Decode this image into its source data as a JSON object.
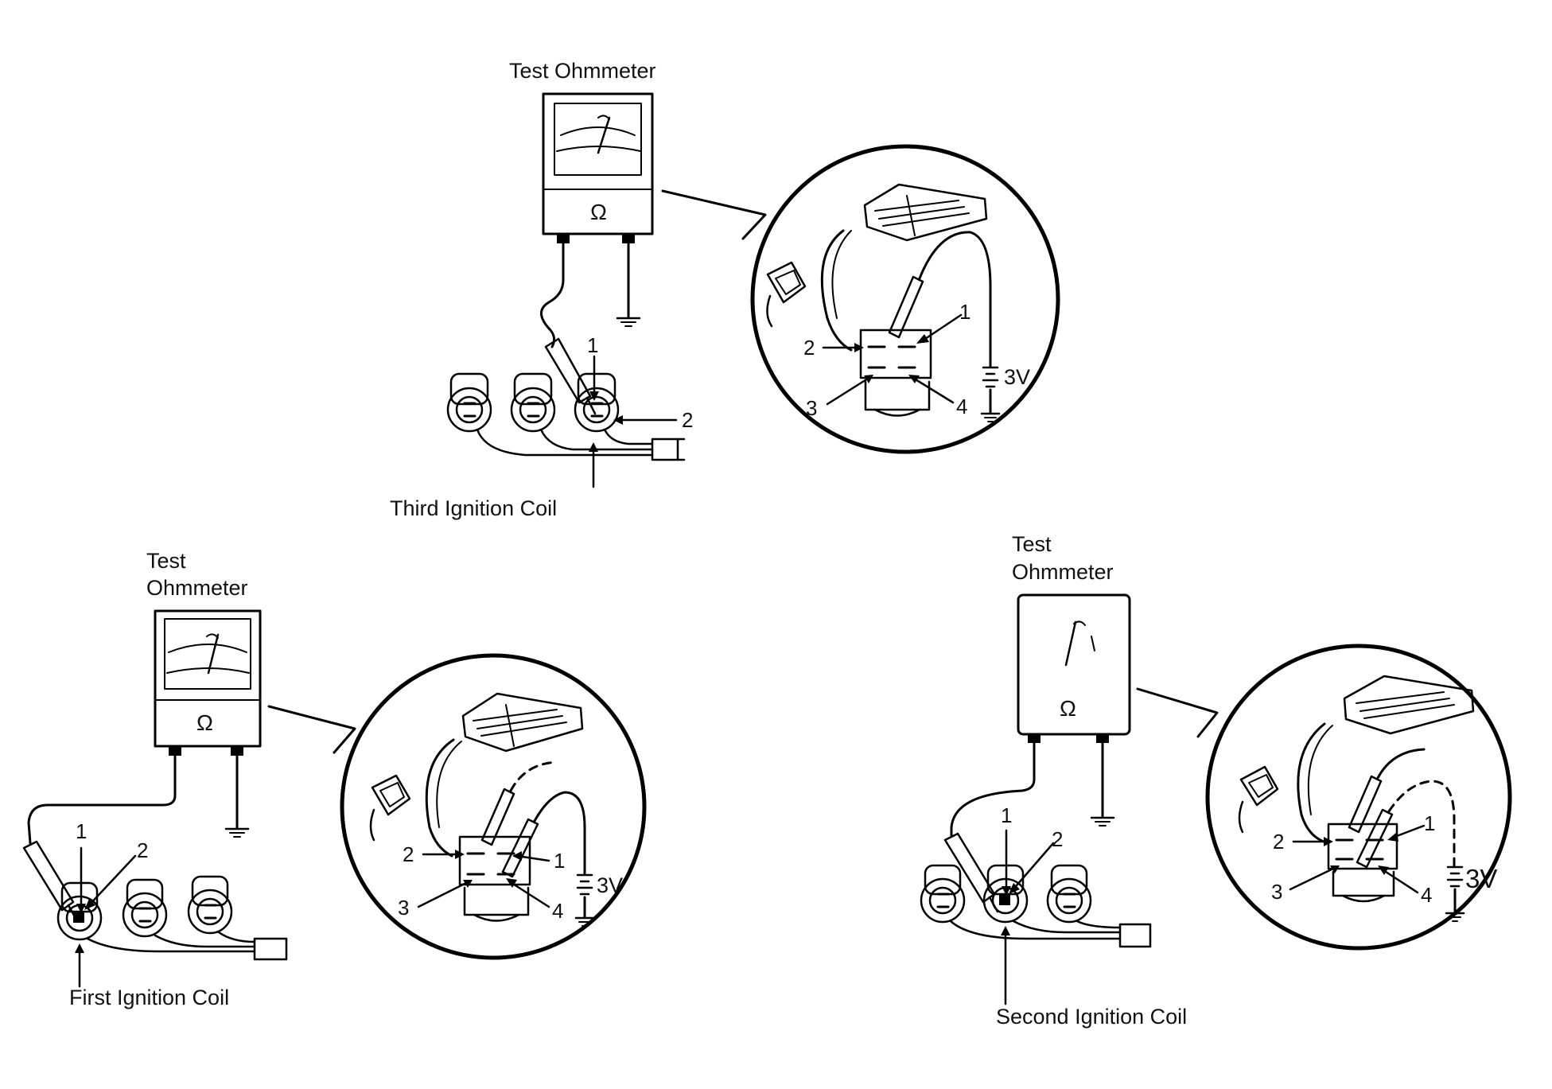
{
  "diagram": {
    "panels": [
      {
        "id": "third",
        "meter_label_lines": [
          "Test Ohmmeter"
        ],
        "meter_symbol": "Ω",
        "coil_label": "Third Ignition Coil",
        "probe_pins": [
          "1",
          "2"
        ],
        "detail": {
          "pins": [
            "1",
            "2",
            "3",
            "4"
          ],
          "voltage": "3V"
        }
      },
      {
        "id": "first",
        "meter_label_lines": [
          "Test",
          "Ohmmeter"
        ],
        "meter_symbol": "Ω",
        "coil_label": "First Ignition Coil",
        "probe_pins": [
          "1",
          "2"
        ],
        "detail": {
          "pins": [
            "2",
            "1",
            "3",
            "4"
          ],
          "voltage": "3V"
        }
      },
      {
        "id": "second",
        "meter_label_lines": [
          "Test",
          "Ohmmeter"
        ],
        "meter_symbol": "Ω",
        "coil_label": "Second Ignition Coil",
        "probe_pins": [
          "1",
          "2"
        ],
        "detail": {
          "pins": [
            "1",
            "2",
            "3",
            "4"
          ],
          "voltage": "3V"
        }
      }
    ]
  },
  "colors": {
    "ink": "#000000",
    "paper": "#ffffff"
  },
  "icons": [
    "ohmmeter-icon",
    "ground-icon",
    "battery-icon",
    "connector-icon",
    "probe-icon",
    "ignitor-module-icon"
  ]
}
